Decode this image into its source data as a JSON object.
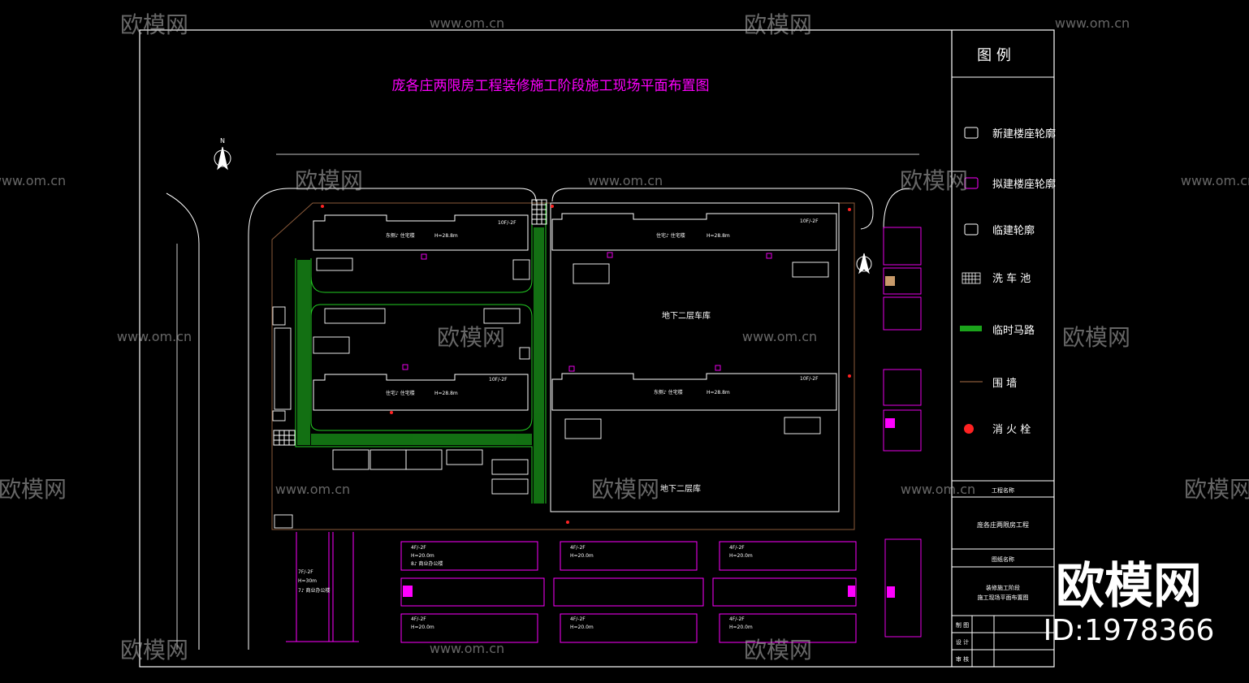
{
  "drawing": {
    "title": "庞各庄两限房工程装修施工阶段施工现场平面布置图",
    "north": "N",
    "labels": {
      "basement2": "地下二层车库",
      "basement2b": "地下二层库"
    },
    "buildings": [
      {
        "tag": "10F/-2F",
        "height": "H=28.8m",
        "name": "东侧♪ 住宅楼"
      },
      {
        "tag": "10F/-2F",
        "height": "H=28.8m",
        "name": "住宅♪ 住宅楼"
      },
      {
        "tag": "10F/-2F",
        "height": "H=28.8m",
        "name": "住宅♪ 住宅楼"
      },
      {
        "tag": "10F/-2F",
        "height": "H=28.8m",
        "name": "东侧♪ 住宅楼"
      }
    ],
    "temp_buildings": [
      {
        "tag": "4F/-2F",
        "height": "H=20.0m",
        "name": "8♪ 商业办公楼"
      },
      {
        "tag": "4F/-2F",
        "height": "H=20.0m",
        "name": ""
      },
      {
        "tag": "4F/-2F",
        "height": "H=20.0m",
        "name": ""
      },
      {
        "tag": "4F/-2F",
        "height": "H=20.0m",
        "name": ""
      },
      {
        "tag": "4F/-2F",
        "height": "H=20.0m",
        "name": ""
      },
      {
        "tag": "4F/-2F",
        "height": "H=20.0m",
        "name": ""
      }
    ],
    "tower": {
      "tag": "7F/-2F",
      "height": "H=30m",
      "name": "7♪ 商业办公楼"
    }
  },
  "legend": {
    "title": "图 例",
    "items": [
      {
        "label": "新建楼座轮廓",
        "icon": "white-rect-icon",
        "color": "#ffffff"
      },
      {
        "label": "拟建楼座轮廓",
        "icon": "magenta-rect-icon",
        "color": "#ff00ff"
      },
      {
        "label": "临建轮廓",
        "icon": "white-rect-icon",
        "color": "#ffffff"
      },
      {
        "label": "洗 车 池",
        "icon": "grid-icon",
        "color": "#ffffff"
      },
      {
        "label": "临时马路",
        "icon": "green-road-icon",
        "color": "#22cc22"
      },
      {
        "label": "围   墙",
        "icon": "wall-line-icon",
        "color": "#8a5a3a"
      },
      {
        "label": "消 火 栓",
        "icon": "hydrant-icon",
        "color": "#ff2222"
      }
    ]
  },
  "titleblock": {
    "project_label": "工程名称",
    "project": "庞各庄两限房工程",
    "drawing_label": "图纸名称",
    "drawing_line1": "装修施工阶段",
    "drawing_line2": "施工现场平面布置图",
    "rows": [
      "制 图",
      "设 计",
      "审 核"
    ]
  },
  "watermark": {
    "brand": "欧模网",
    "site": "www.om.cn",
    "id": "ID:1978366"
  },
  "colors": {
    "white": "#ffffff",
    "magenta": "#ff00ff",
    "green": "#22cc22",
    "wall": "#8a5a3a",
    "red": "#ff2222"
  }
}
